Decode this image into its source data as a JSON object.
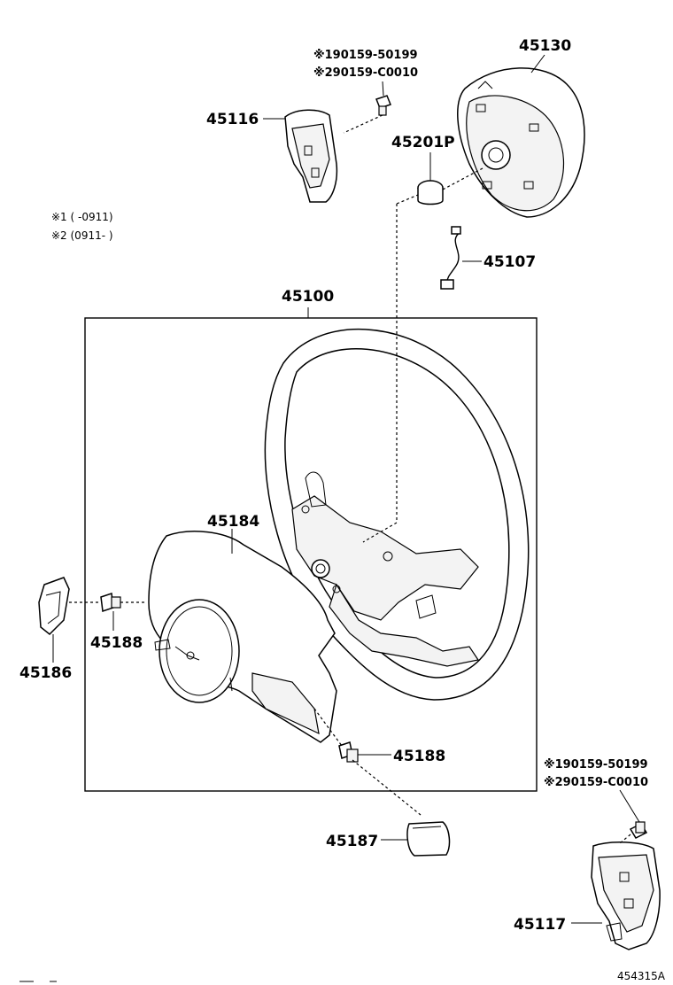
{
  "diagram": {
    "parts": {
      "p45130": "45130",
      "p45116": "45116",
      "p45201P": "45201P",
      "p45107": "45107",
      "p45100": "45100",
      "p45184": "45184",
      "p45186": "45186",
      "p45188a": "45188",
      "p45188b": "45188",
      "p45187": "45187",
      "p45117": "45117"
    },
    "notes": {
      "top_bolt_1": "※190159-50199",
      "top_bolt_2": "※290159-C0010",
      "bottom_bolt_1": "※190159-50199",
      "bottom_bolt_2": "※290159-C0010",
      "legend_1": "※1 (    -0911)",
      "legend_2": "※2 (0911-    )"
    },
    "figure_id": "454315A"
  }
}
